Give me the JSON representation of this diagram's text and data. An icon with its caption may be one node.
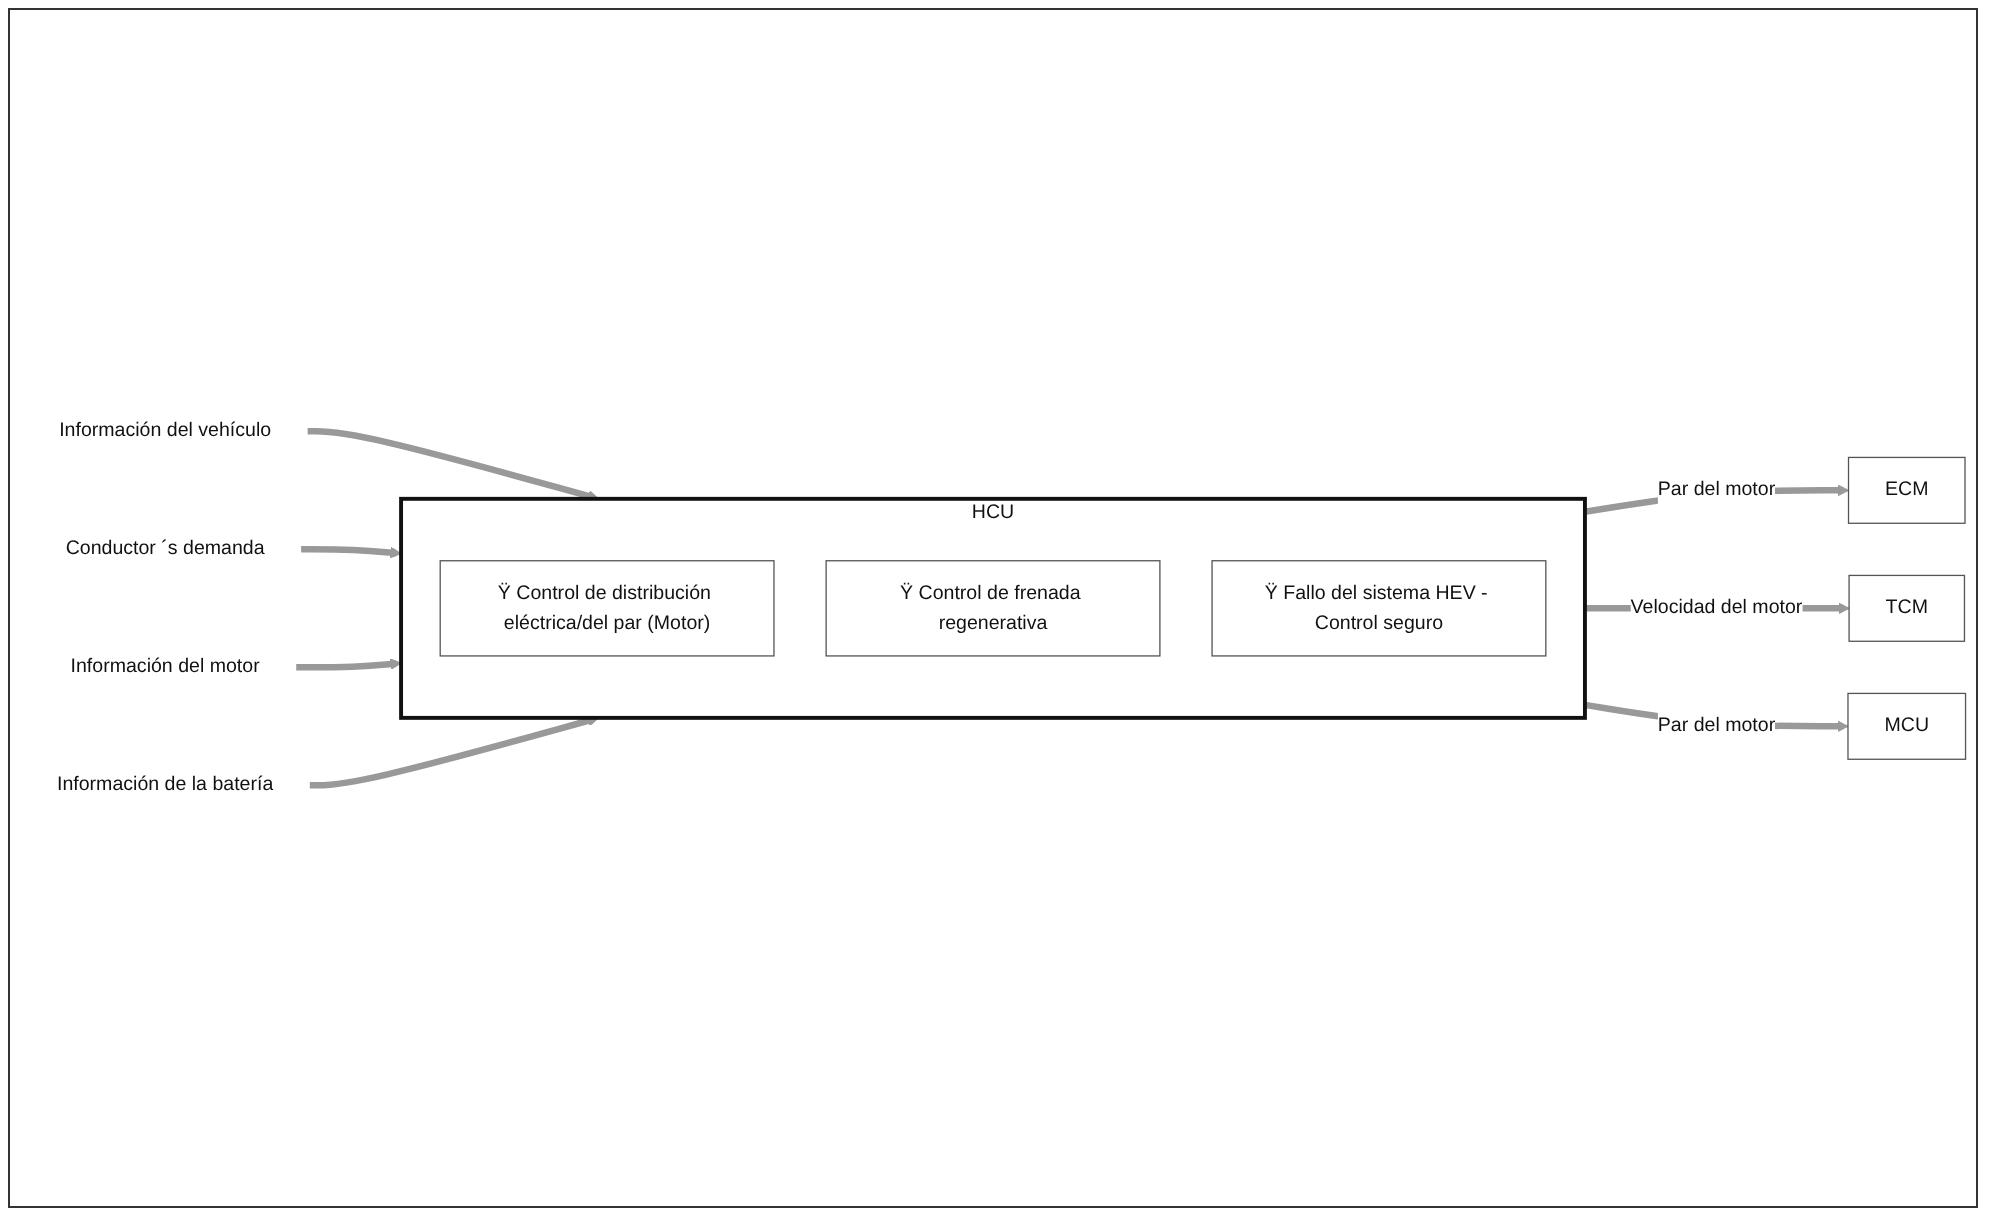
{
  "diagram": {
    "nodes": [
      {
        "text": [
          "HCU"
        ]
      },
      {
        "text": [
          "Ÿ Control de distribución eléctrica/del par (Motor)"
        ],
        "in": 0
      },
      {
        "text": [
          "Ÿ Control de frenada regenerativa"
        ],
        "in": 0
      },
      {
        "text": [
          "Ÿ Fallo del sistema HEV - Control seguro"
        ],
        "in": 0
      },
      {
        "text": [
          "Información del vehículo"
        ]
      },
      {
        "text": [
          "Conductor ´s demanda"
        ]
      },
      {
        "text": [
          "Información del motor"
        ]
      },
      {
        "text": [
          "Información de la batería"
        ]
      },
      {
        "text": [
          "ECM"
        ]
      },
      {
        "text": [
          "TCM"
        ]
      },
      {
        "text": [
          "MCU"
        ]
      }
    ],
    "edges": [
      {
        "from": 4,
        "to": 0,
        "arrow": "to"
      },
      {
        "from": 5,
        "to": 0,
        "arrow": "to"
      },
      {
        "from": 6,
        "to": 0,
        "arrow": "to"
      },
      {
        "from": 7,
        "to": 0,
        "arrow": "to"
      },
      {
        "from": 0,
        "to": 8,
        "arrow": "to",
        "label": "Par del motor"
      },
      {
        "from": 0,
        "to": 9,
        "arrow": "to",
        "label": "Velocidad del motor"
      },
      {
        "from": 0,
        "to": 10,
        "arrow": "to",
        "label": "Par del motor"
      }
    ]
  }
}
